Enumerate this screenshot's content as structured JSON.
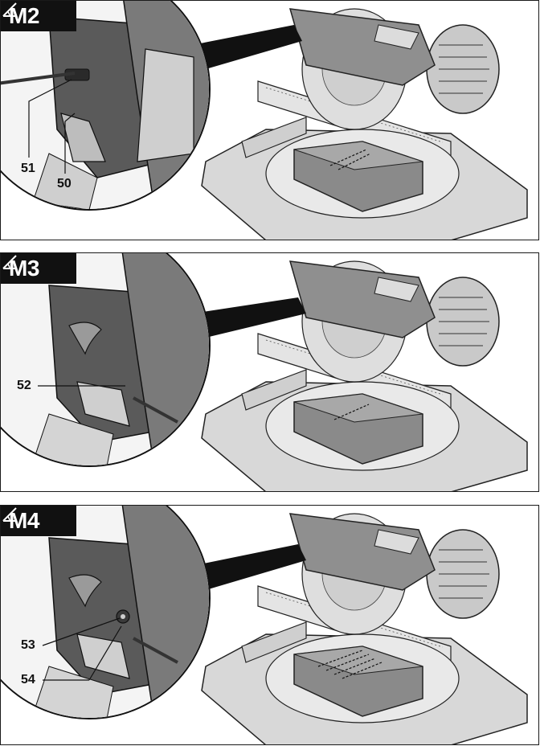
{
  "panels": [
    {
      "id": "m2",
      "title": "M2",
      "callouts": [
        "51",
        "50"
      ]
    },
    {
      "id": "m3",
      "title": "M3",
      "callouts": [
        "52"
      ]
    },
    {
      "id": "m4",
      "title": "M4",
      "callouts": [
        "53",
        "54"
      ]
    }
  ],
  "icons": {
    "angle": "angle-symbol-icon"
  }
}
